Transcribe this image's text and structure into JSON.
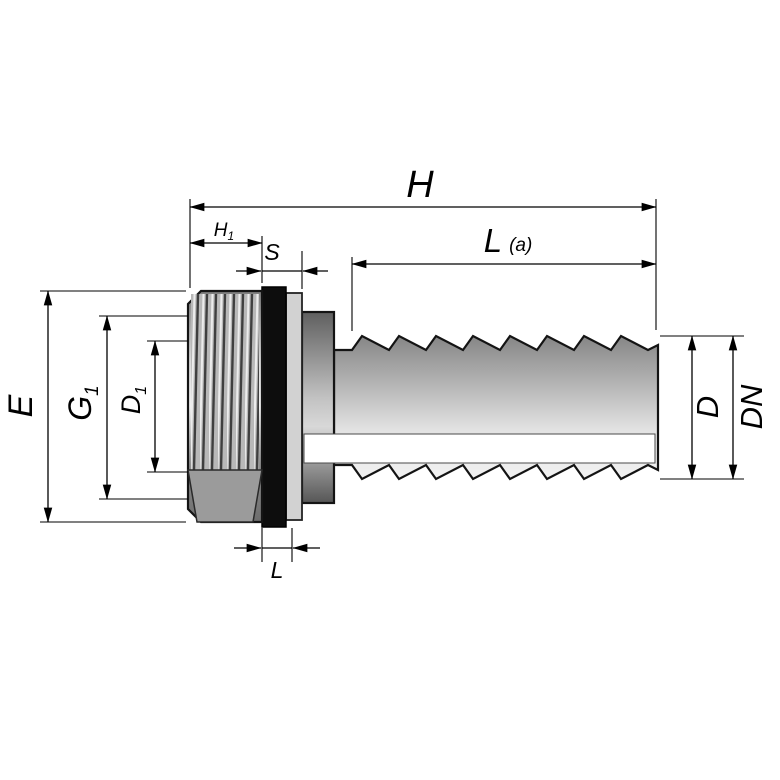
{
  "drawing": {
    "kind": "dimensioned technical drawing of a threaded hose-barb fitting",
    "colors": {
      "background": "#ffffff",
      "line": "#000000",
      "body_gray": "#9a9a9a",
      "body_light": "#d9d9d9",
      "seal_black": "#111111",
      "bore_white": "#ffffff"
    }
  },
  "labels": {
    "h": "H",
    "h1": {
      "main": "H",
      "sub": "1"
    },
    "s": "S",
    "la": {
      "main": "L",
      "paren": "(a)"
    },
    "e": "E",
    "g1": {
      "main": "G",
      "sub": "1"
    },
    "d1": {
      "main": "D",
      "sub": "1"
    },
    "d": "D",
    "dn": "DN",
    "l": "L"
  }
}
